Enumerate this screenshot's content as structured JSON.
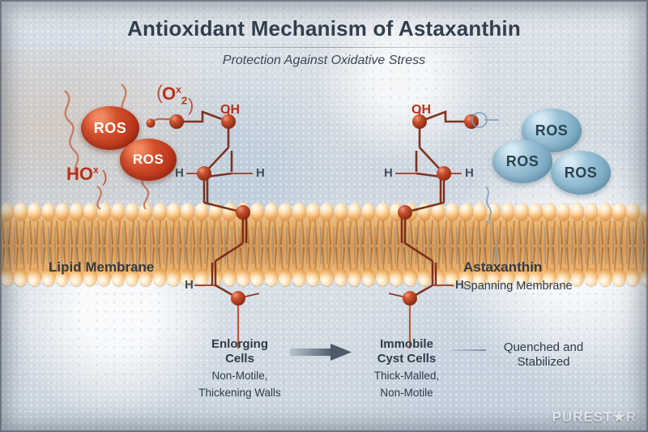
{
  "header": {
    "title": "Antioxidant Mechanism of Astaxanthin",
    "subtitle": "Protection Against Oxidative Stress"
  },
  "left_side": {
    "ros_bubbles": [
      {
        "label": "ROS",
        "color": "#b9341a"
      },
      {
        "label": "ROS",
        "color": "#b9341a"
      }
    ],
    "radicals": [
      {
        "symbol": "O",
        "subscript": "2",
        "superscript": "x"
      },
      {
        "symbol": "HO",
        "subscript": "",
        "superscript": "x"
      }
    ]
  },
  "right_side": {
    "ros_bubbles": [
      {
        "label": "ROS",
        "color": "#7aaac3"
      },
      {
        "label": "ROS",
        "color": "#7aaac3"
      },
      {
        "label": "ROS",
        "color": "#7aaac3"
      }
    ]
  },
  "molecule": {
    "hydroxyl_left": "OH",
    "hydroxyl_right": "OH",
    "hydrogens": [
      "H",
      "H",
      "H",
      "H",
      "H",
      "H"
    ]
  },
  "membrane": {
    "left_label": "Lipid Membrane",
    "right_label": "Astaxanthin",
    "right_sublabel": "Spanning Membrane"
  },
  "captions": {
    "left": {
      "heading_line1": "Enlorging",
      "heading_line2": "Cells",
      "sub_line1": "Non-Motile,",
      "sub_line2": "Thickening Walls"
    },
    "middle": {
      "heading_line1": "Immobile",
      "heading_line2": "Cyst Cells",
      "sub_line1": "Thick-Malled,",
      "sub_line2": "Non-Motile"
    },
    "right": {
      "heading_line1": "Quenched and",
      "heading_line2": "Stabilized"
    }
  },
  "watermark": {
    "text_before": "PUREST",
    "star": "★",
    "text_after": "R"
  },
  "colors": {
    "ros_red": "#b9341a",
    "ros_blue": "#7aaac3",
    "membrane_orange": "#e8ab63",
    "text_dark": "#2f3b49",
    "accent_red": "#b7311a"
  }
}
